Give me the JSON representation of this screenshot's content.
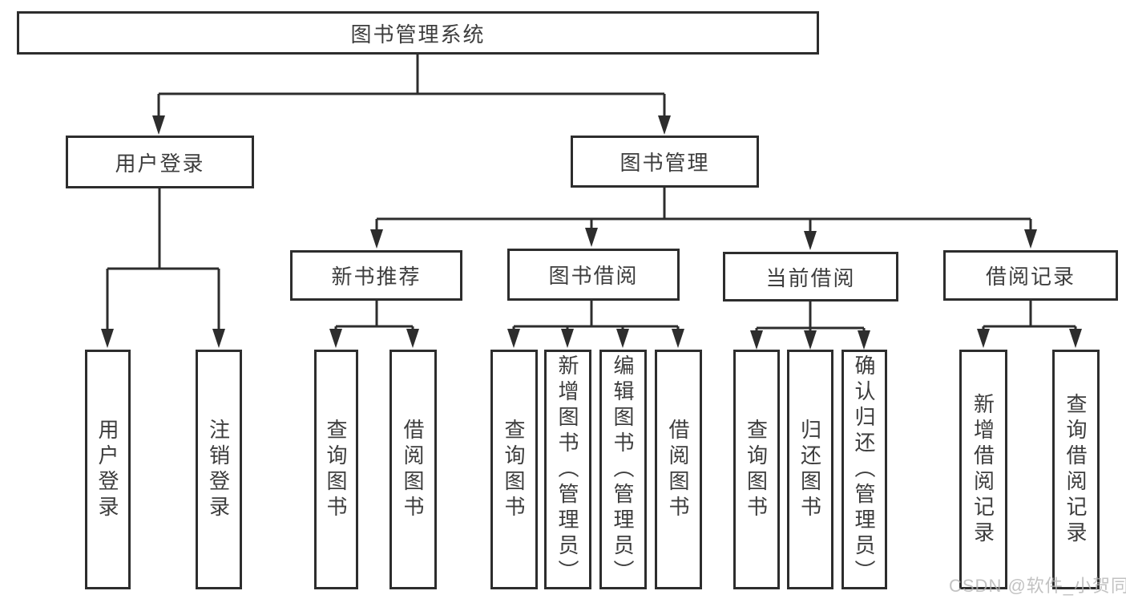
{
  "tree": {
    "label": "图书管理系统",
    "children": [
      {
        "label": "用户登录",
        "children": [
          {
            "label": "用户登录"
          },
          {
            "label": "注销登录"
          }
        ]
      },
      {
        "label": "图书管理",
        "children": [
          {
            "label": "新书推荐",
            "children": [
              {
                "label": "查询图书"
              },
              {
                "label": "借阅图书"
              }
            ]
          },
          {
            "label": "图书借阅",
            "children": [
              {
                "label": "查询图书"
              },
              {
                "label": "新增图书（管理员）"
              },
              {
                "label": "编辑图书（管理员）"
              },
              {
                "label": "借阅图书"
              }
            ]
          },
          {
            "label": "当前借阅",
            "children": [
              {
                "label": "查询图书"
              },
              {
                "label": "归还图书"
              },
              {
                "label": "确认归还（管理员）"
              }
            ]
          },
          {
            "label": "借阅记录",
            "children": [
              {
                "label": "新增借阅记录"
              },
              {
                "label": "查询借阅记录"
              }
            ]
          }
        ]
      }
    ]
  },
  "watermark": "CSDN @软件_小贺同学",
  "colors": {
    "line": "#2d2d2d",
    "text": "#3d3d3d",
    "watermark": "#b3b3b3",
    "background": "#ffffff"
  }
}
